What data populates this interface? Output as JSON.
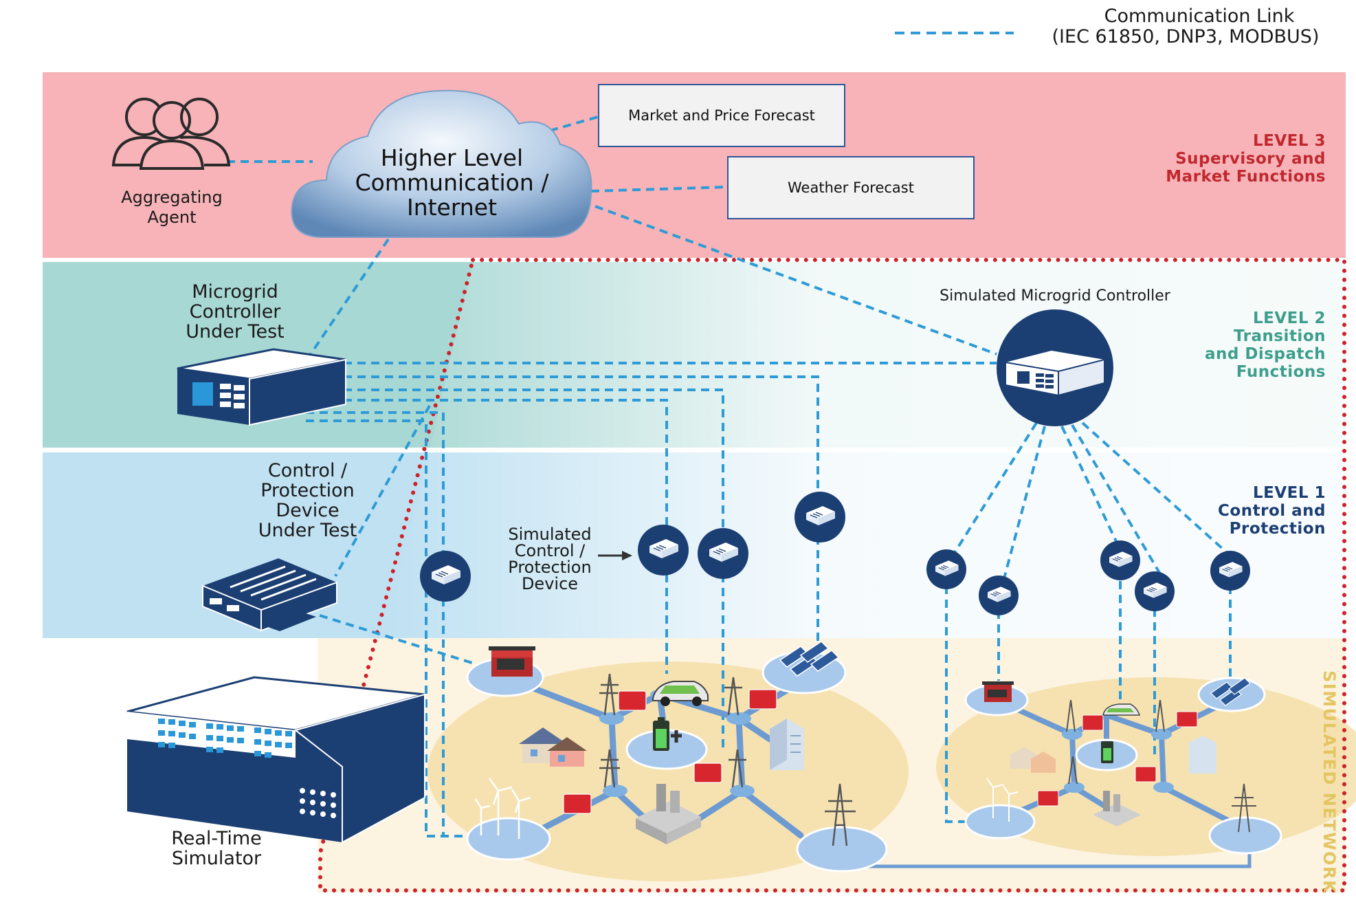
{
  "legend": {
    "title": "Communication Link",
    "protocols": "(IEC 61850,  DNP3, MODBUS)"
  },
  "levels": {
    "level3": {
      "line1": "LEVEL 3",
      "line2": "Supervisory and",
      "line3": "Market Functions"
    },
    "level2": {
      "line1": "LEVEL 2",
      "line2": "Transition",
      "line3": "and Dispatch",
      "line4": "Functions"
    },
    "level1": {
      "line1": "LEVEL 1",
      "line2": "Control and",
      "line3": "Protection"
    }
  },
  "nodes": {
    "agent": {
      "line1": "Aggregating",
      "line2": "Agent"
    },
    "cloud": {
      "line1": "Higher Level",
      "line2": "Communication /",
      "line3": "Internet"
    },
    "market": "Market and Price Forecast",
    "weather": "Weather Forecast",
    "mgc_under_test": {
      "line1": "Microgrid",
      "line2": "Controller",
      "line3": "Under Test"
    },
    "sim_mgc": "Simulated Microgrid Controller",
    "cpd_under_test": {
      "line1": "Control /",
      "line2": "Protection",
      "line3": "Device",
      "line4": "Under Test"
    },
    "sim_cpd": {
      "line1": "Simulated",
      "line2": "Control /",
      "line3": "Protection",
      "line4": "Device"
    },
    "rts": {
      "line1": "Real-Time",
      "line2": "Simulator"
    },
    "sim_network": "SIMULATED NETWORK"
  },
  "colors": {
    "level3_band": "#f7b3b8",
    "level2_band": "#a8d8d4",
    "level1_band": "#bfe1f2",
    "level0_band": "#fdf3e1",
    "comm_link": "#2e9bd6",
    "navy": "#1c3f73",
    "level3_text": "#c0282e",
    "level2_text": "#3d9e8c",
    "level1_text": "#1c3f73",
    "dotted_border": "#cc2229",
    "network_ellipse": "#f3dca0",
    "node_disc": "#a9c9ec",
    "dr_red": "#d7262e"
  },
  "icons": [
    "people-icon",
    "cloud-icon",
    "controller-icon",
    "device-icon",
    "simulator-icon",
    "generator-icon",
    "solar-panel-icon",
    "wind-turbine-icon",
    "battery-icon",
    "ev-icon",
    "transmission-tower-icon",
    "house-icon",
    "building-icon",
    "factory-icon"
  ]
}
